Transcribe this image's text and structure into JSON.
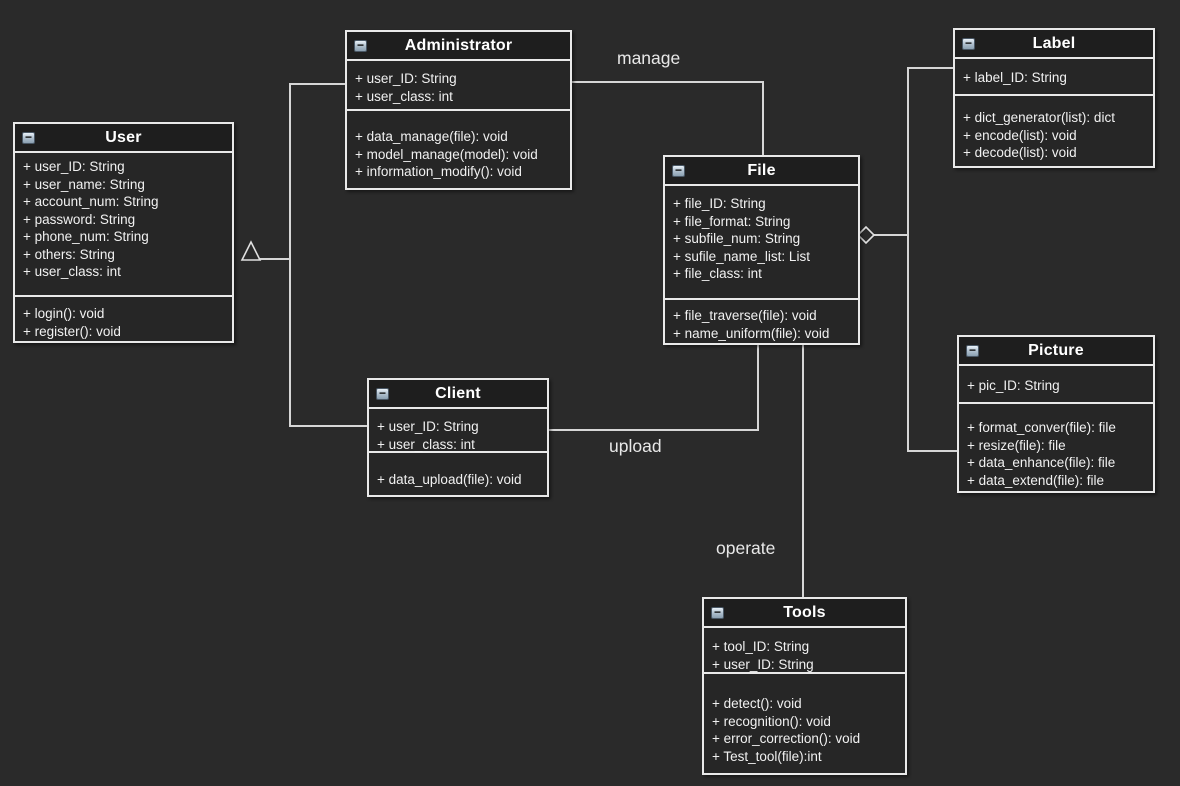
{
  "palette": {
    "background": "#2a2a2a",
    "box_fill": "#262626",
    "titlebar_fill": "#1e1e1e",
    "border": "#e9e9e9",
    "connector": "#d6d6d6",
    "text": "#f1f1f1",
    "icon_fill": "#b3c3d1"
  },
  "icons": {
    "collapse": "−"
  },
  "classes": {
    "user": {
      "name": "User",
      "attributes": [
        "+ user_ID: String",
        "+ user_name: String",
        "+ account_num: String",
        "+ password: String",
        "+ phone_num: String",
        "+ others: String",
        "+ user_class: int"
      ],
      "methods": [
        "+ login(): void",
        "+ register(): void"
      ]
    },
    "administrator": {
      "name": "Administrator",
      "attributes": [
        "+ user_ID: String",
        "+ user_class: int"
      ],
      "methods": [
        "+ data_manage(file): void",
        "+ model_manage(model): void",
        "+ information_modify(): void"
      ]
    },
    "client": {
      "name": "Client",
      "attributes": [
        "+ user_ID: String",
        "+ user_class: int"
      ],
      "methods": [
        "+ data_upload(file): void"
      ]
    },
    "file": {
      "name": "File",
      "attributes": [
        "+ file_ID: String",
        "+ file_format: String",
        "+ subfile_num: String",
        "+ sufile_name_list: List",
        "+ file_class: int"
      ],
      "methods": [
        "+ file_traverse(file): void",
        "+ name_uniform(file): void"
      ]
    },
    "label": {
      "name": "Label",
      "attributes": [
        "+ label_ID: String"
      ],
      "methods": [
        "+ dict_generator(list): dict",
        "+ encode(list): void",
        "+ decode(list): void"
      ]
    },
    "picture": {
      "name": "Picture",
      "attributes": [
        "+ pic_ID: String"
      ],
      "methods": [
        "+ format_conver(file): file",
        "+ resize(file): file",
        "+ data_enhance(file): file",
        "+ data_extend(file): file"
      ]
    },
    "tools": {
      "name": "Tools",
      "attributes": [
        "+ tool_ID: String",
        "+ user_ID: String"
      ],
      "methods": [
        "+ detect(): void",
        "+ recognition(): void",
        "+ error_correction(): void",
        "+ Test_tool(file):int"
      ]
    }
  },
  "relationships": {
    "manage": {
      "label": "manage",
      "from": "Administrator",
      "to": "File"
    },
    "upload": {
      "label": "upload",
      "from": "Client",
      "to": "File"
    },
    "operate": {
      "label": "operate",
      "from": "File",
      "to": "Tools"
    },
    "generalization": {
      "type": "inheritance",
      "parent": "User",
      "children": [
        "Administrator",
        "Client"
      ]
    },
    "aggregation": {
      "type": "aggregation",
      "whole": "File",
      "parts": [
        "Label",
        "Picture"
      ]
    }
  }
}
